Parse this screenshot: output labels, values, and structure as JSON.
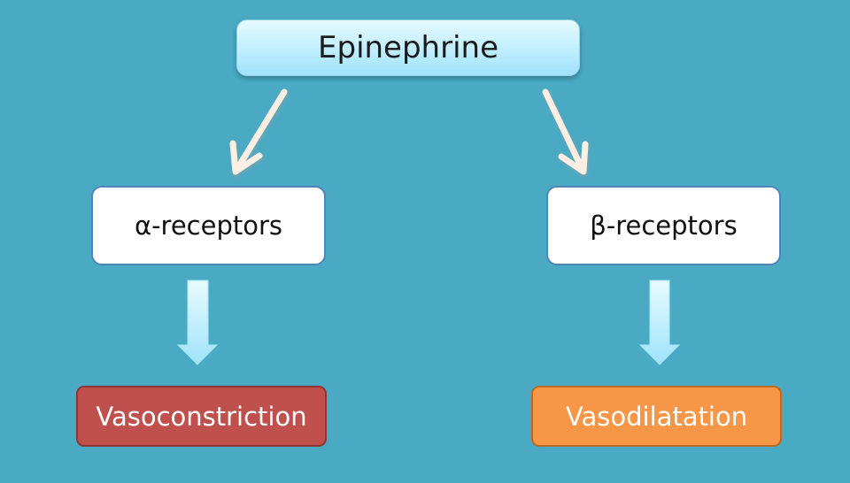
{
  "diagram": {
    "root": {
      "label": "Epinephrine"
    },
    "alpha": {
      "label": "α-receptors"
    },
    "beta": {
      "label": "β-receptors"
    },
    "alpha_effect": {
      "label": "Vasoconstriction"
    },
    "beta_effect": {
      "label": "Vasodilatation"
    },
    "colors": {
      "background": "#4aaac4",
      "root_fill": "#bfeeff",
      "receptor_fill": "#ffffff",
      "receptor_border": "#4f86b8",
      "vasoconstriction_fill": "#c0504d",
      "vasodilatation_fill": "#f79646",
      "line_arrow": "#fbeee3",
      "block_arrow": "#bfeffb"
    },
    "edges": [
      {
        "from": "root",
        "to": "alpha",
        "style": "line-arrow"
      },
      {
        "from": "root",
        "to": "beta",
        "style": "line-arrow"
      },
      {
        "from": "alpha",
        "to": "alpha_effect",
        "style": "block-arrow"
      },
      {
        "from": "beta",
        "to": "beta_effect",
        "style": "block-arrow"
      }
    ]
  }
}
